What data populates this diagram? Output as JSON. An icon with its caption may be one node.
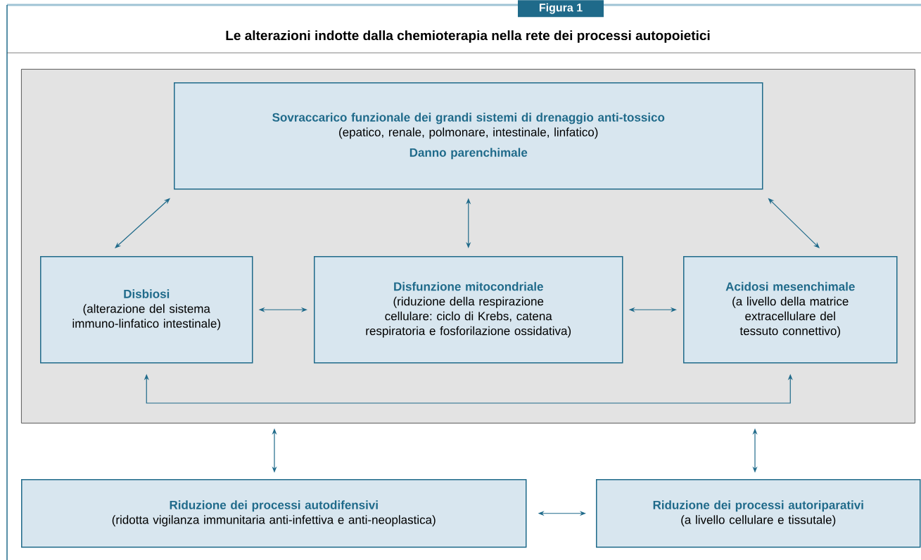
{
  "diagram": {
    "title": "Le alterazioni indotte dalla chemioterapia nella rete dei processi autopoietici",
    "nodes": [
      {
        "text": [],
        "shape": "box"
      },
      {
        "text": [
          "Sovraccarico funzionale dei grandi sistemi di drenaggio anti-tossico",
          "(epatico, renale, polmonare, intestinale, linfatico)",
          "Danno parenchimale"
        ],
        "in": 0
      },
      {
        "text": [
          "Disbiosi",
          "(alterazione del sistema immuno-linfatico intestinale)"
        ],
        "in": 0
      },
      {
        "text": [
          "Disfunzione mitocondriale",
          "(riduzione della respirazione cellulare: ciclo di Krebs, catena respiratoria e fosforilazione ossidativa)"
        ],
        "in": 0
      },
      {
        "text": [
          "Acidosi mesenchimale",
          "(a livello della matrice extracellulare del tessuto connettivo)"
        ],
        "in": 0
      },
      {
        "text": [
          "Riduzione dei processi autodifensivi",
          "(ridotta vigilanza immunitaria anti-infettiva e anti-neoplastica)"
        ]
      },
      {
        "text": [
          "Riduzione dei processi autoriparativi",
          "(a livello cellulare e tissutale)"
        ]
      }
    ],
    "edges": [
      {
        "from": 1,
        "to": 2,
        "arrow": "both"
      },
      {
        "from": 1,
        "to": 3,
        "arrow": "both"
      },
      {
        "from": 1,
        "to": 4,
        "arrow": "both"
      },
      {
        "from": 2,
        "to": 3,
        "arrow": "both"
      },
      {
        "from": 3,
        "to": 4,
        "arrow": "both"
      },
      {
        "from": 2,
        "to": 4,
        "arrow": "both"
      },
      {
        "from": 0,
        "to": 5,
        "arrow": "both"
      },
      {
        "from": 0,
        "to": 6,
        "arrow": "both"
      },
      {
        "from": 5,
        "to": 6,
        "arrow": "both"
      }
    ],
    "labels": [
      "Figura 1"
    ]
  }
}
